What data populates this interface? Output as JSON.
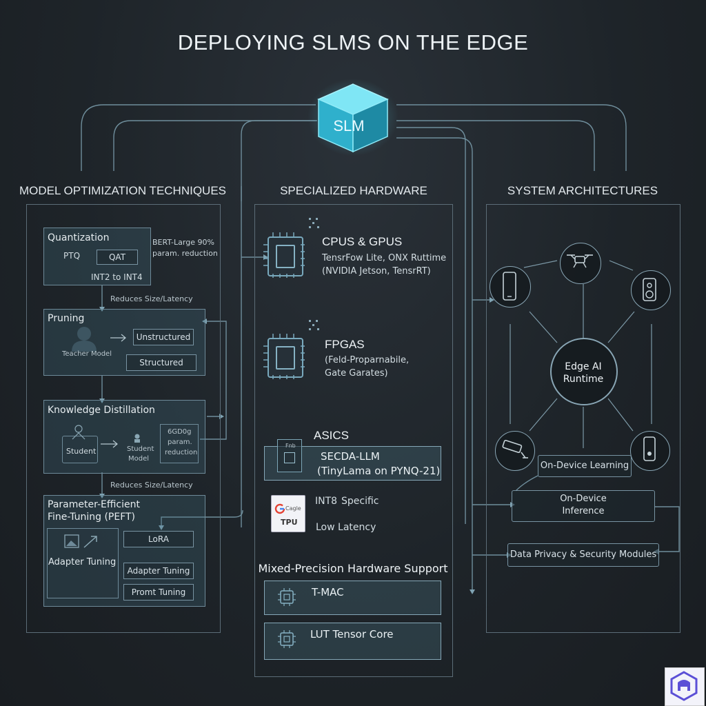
{
  "title": "DEPLOYING SLMS ON THE EDGE",
  "center_node": "SLM",
  "columns": {
    "left": "MODEL OPTIMIZATION TECHNIQUES",
    "middle": "SPECIALIZED HARDWARE",
    "right": "SYSTEM ARCHITECTURES"
  },
  "left": {
    "quantization": {
      "title": "Quantization",
      "ptq": "PTQ",
      "qat": "QAT",
      "int": "INT2 to INT4",
      "note_line1": "BERT-Large 90%",
      "note_line2": "param. reduction"
    },
    "reduces1": "Reduces Size/Latency",
    "pruning": {
      "title": "Pruning",
      "teacher": "Teacher Model",
      "unstructured": "Unstructured",
      "structured": "Structured"
    },
    "kd": {
      "title": "Knowledge Distillation",
      "student": "Student",
      "student_model_1": "Student",
      "student_model_2": "Model",
      "note_1": "6GD0g",
      "note_2": "param.",
      "note_3": "reduction"
    },
    "reduces2": "Reduces Size/Latency",
    "peft": {
      "title_1": "Parameter-Efficient",
      "title_2": "Fine-Tuning (PEFT)",
      "lora": "LoRA",
      "adapter_left": "Adapter Tuning",
      "adapter_right": "Adapter Tuning",
      "prompt": "Promt Tuning"
    }
  },
  "middle": {
    "cpus": {
      "title": "CPUS & GPUS",
      "line1": "TensrFow Lite, ONX Ruttime",
      "line2": "(NVIDIA Jetson, TensrRT)"
    },
    "fpgas": {
      "title": "FPGAS",
      "line1": "(Feld-Proparnabile,",
      "line2": "Gate Garates)"
    },
    "asics": {
      "title": "ASICS",
      "chip_label": "Fnb",
      "secda_1": "SECDA-LLM",
      "secda_2": "(TinyLama on PYNQ-21)"
    },
    "tpu": {
      "logo_text": "Cagle",
      "badge": "TPU",
      "int8": "INT8",
      "specific": "Specific",
      "latency": "Low Latency"
    },
    "mixed": "Mixed-Precision Hardware Support",
    "tmac": "T-MAC",
    "lut": "LUT Tensor Core"
  },
  "right": {
    "runtime_1": "Edge AI",
    "runtime_2": "Runtime",
    "on_device_learning": "On-Device Learning",
    "inference_1": "On-Device",
    "inference_2": "Inference",
    "privacy": "Data Privacy & Security Modules"
  },
  "colors": {
    "accent": "#5fd7ee",
    "line": "#6f8e9c",
    "panel_border": "#5c6d78"
  }
}
